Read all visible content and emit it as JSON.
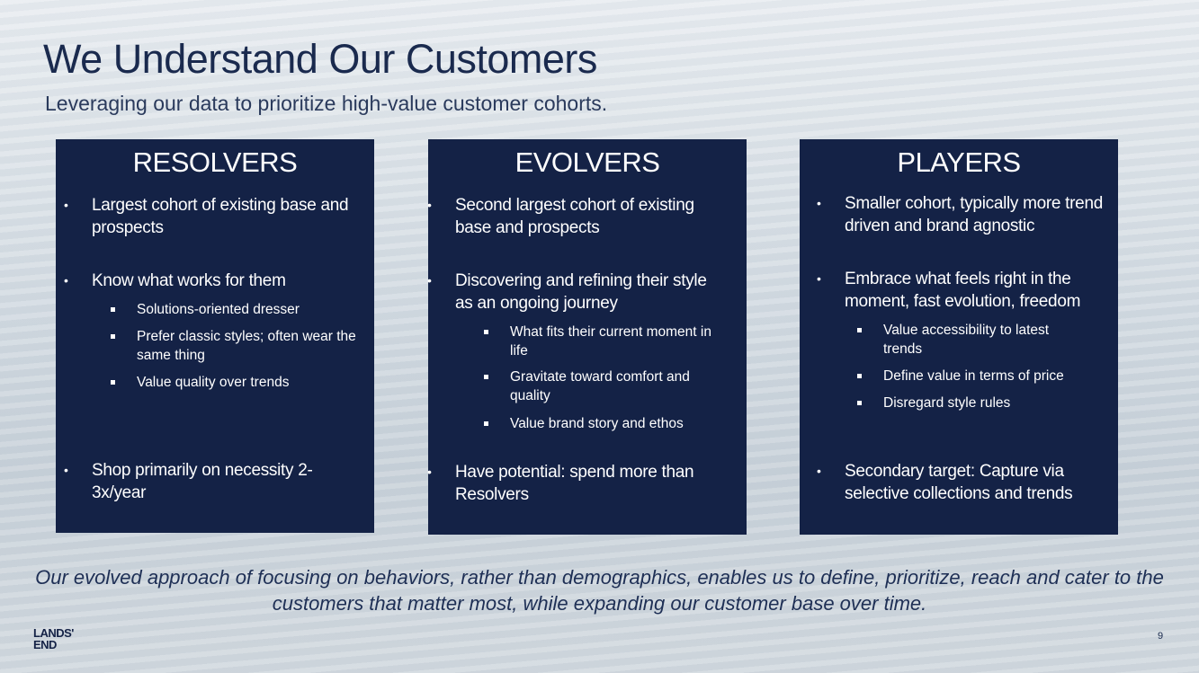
{
  "title": "We Understand  Our Customers",
  "subtitle": "Leveraging our data to prioritize high-value customer cohorts.",
  "cards": [
    {
      "heading": "RESOLVERS",
      "bullets": [
        "Largest cohort of existing base and prospects",
        "Know what works for them",
        "Shop primarily on necessity 2-3x/year"
      ],
      "subs": [
        "Solutions-oriented  dresser",
        "Prefer classic styles; often wear the same thing",
        "Value quality over trends"
      ]
    },
    {
      "heading": "EVOLVERS",
      "bullets": [
        "Second largest cohort of existing base and prospects",
        "Discovering and refining their style as an ongoing journey",
        "Have potential: spend more than Resolvers"
      ],
      "subs": [
        "What fits their current moment in life",
        "Gravitate toward comfort and quality",
        "Value brand story and ethos"
      ]
    },
    {
      "heading": "PLAYERS",
      "bullets": [
        "Smaller cohort, typically more trend driven and brand agnostic",
        "Embrace what feels right in the moment, fast evolution, freedom",
        "Secondary target:  Capture via selective collections and trends"
      ],
      "subs": [
        "Value accessibility to latest trends",
        "Define value in terms of price",
        "Disregard style rules"
      ]
    }
  ],
  "footer": "Our evolved approach of focusing on behaviors, rather than demographics, enables us to define, prioritize, reach and cater to the customers that matter most, while expanding our customer base over time.",
  "logo": {
    "line1": "LANDS'",
    "line2": "END"
  },
  "page_number": "9"
}
